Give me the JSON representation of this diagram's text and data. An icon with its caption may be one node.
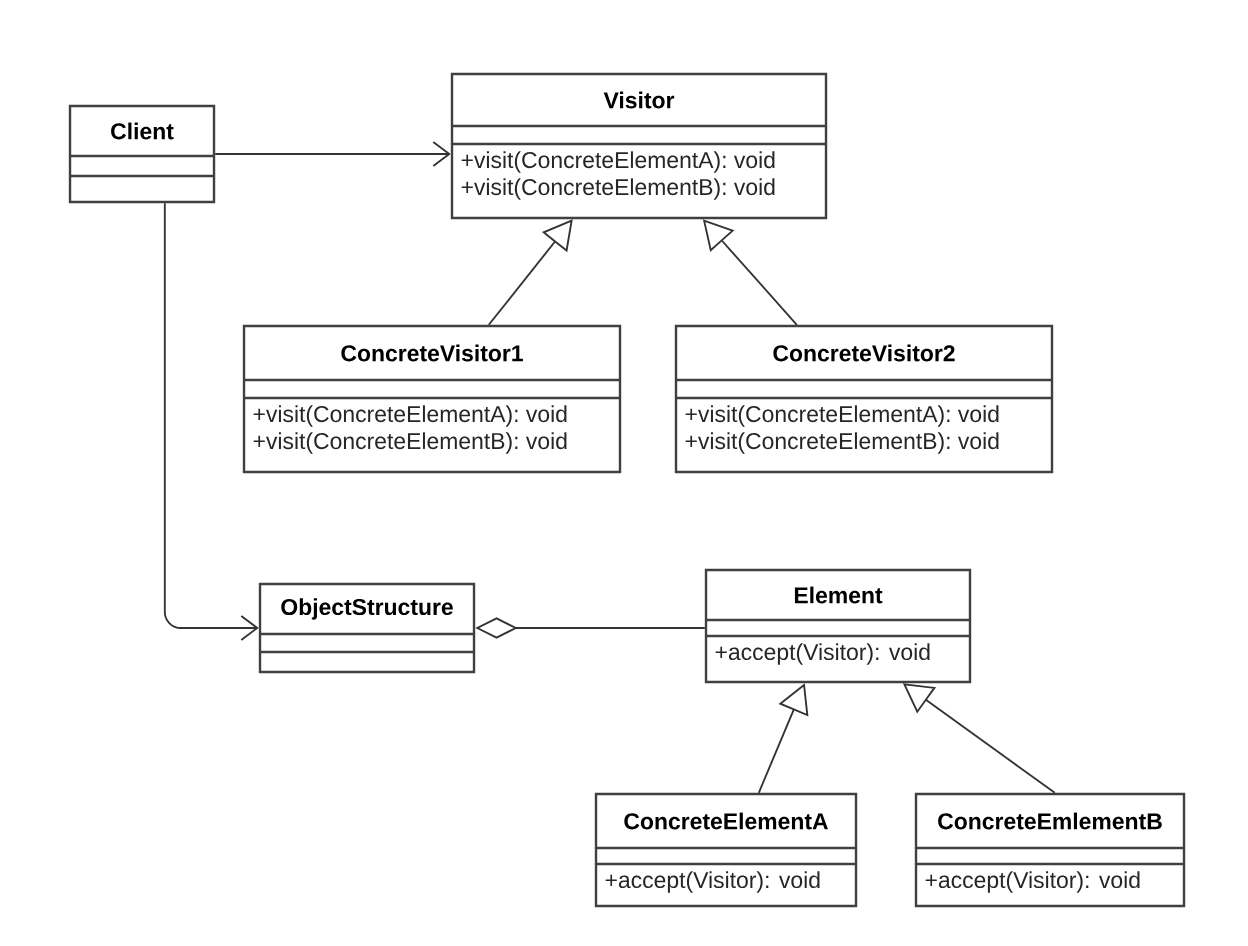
{
  "diagram": {
    "nodes": [
      {
        "text": [
          "Client"
        ]
      },
      {
        "text": [
          "Visitor",
          "+visit(ConcreteElementA): void",
          "+visit(ConcreteElementB): void"
        ]
      },
      {
        "text": [
          "ConcreteVisitor1",
          "+visit(ConcreteElementA): void",
          "+visit(ConcreteElementB): void"
        ]
      },
      {
        "text": [
          "ConcreteVisitor2",
          "+visit(ConcreteElementA): void",
          "+visit(ConcreteElementB): void"
        ]
      },
      {
        "text": [
          "ObjectStructure"
        ]
      },
      {
        "text": [
          "Element",
          "+accept(Visitor): void"
        ]
      },
      {
        "text": [
          "ConcreteElementA",
          "+accept(Visitor): void"
        ]
      },
      {
        "text": [
          "ConcreteEmlementB",
          "+accept(Visitor): void"
        ]
      }
    ],
    "edges": [
      {
        "from": 0,
        "to": 1,
        "arrow": "to"
      },
      {
        "from": 2,
        "to": 1,
        "arrow": "to"
      },
      {
        "from": 3,
        "to": 1,
        "arrow": "to"
      },
      {
        "from": 0,
        "to": 4,
        "arrow": "to"
      },
      {
        "from": 4,
        "to": 5,
        "arrow": "other"
      },
      {
        "from": 6,
        "to": 5,
        "arrow": "to"
      },
      {
        "from": 7,
        "to": 5,
        "arrow": "to"
      }
    ]
  }
}
